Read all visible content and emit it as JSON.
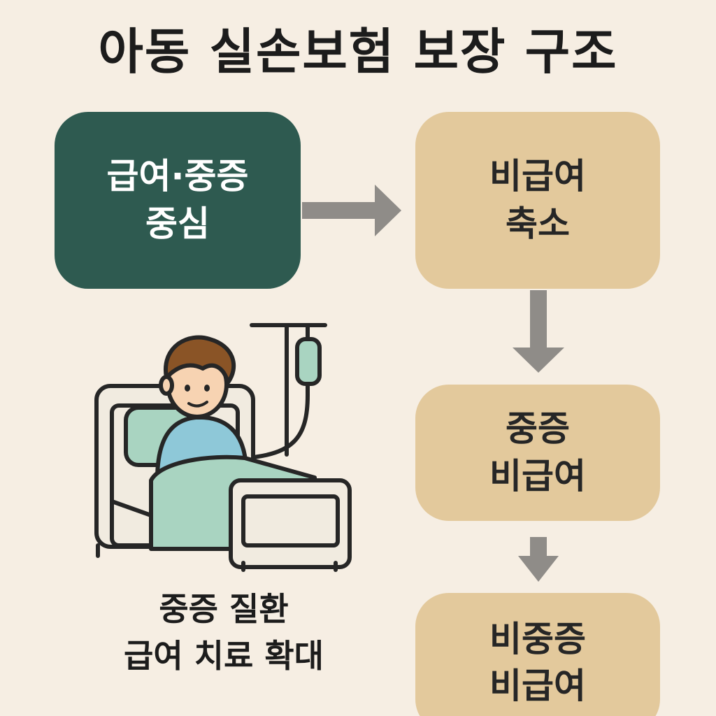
{
  "title": "아동 실손보험 보장 구조",
  "flow": {
    "box1": {
      "line1": "급여·중증",
      "line2": "중심"
    },
    "box2": {
      "line1": "비급여",
      "line2": "축소"
    },
    "box3": {
      "line1": "중증",
      "line2": "비급여"
    },
    "box4": {
      "line1": "비중증",
      "line2": "비급여"
    }
  },
  "caption": {
    "line1": "중증 질환",
    "line2": "급여 치료 확대"
  },
  "icons": {
    "illustration": "child-patient-in-hospital-bed-with-iv-illustration",
    "arrow": "flow-arrow-icon"
  },
  "colors": {
    "background": "#f6eee3",
    "dark_box": "#2e5a50",
    "tan_box": "#e3c99c",
    "arrow": "#8f8c88"
  }
}
